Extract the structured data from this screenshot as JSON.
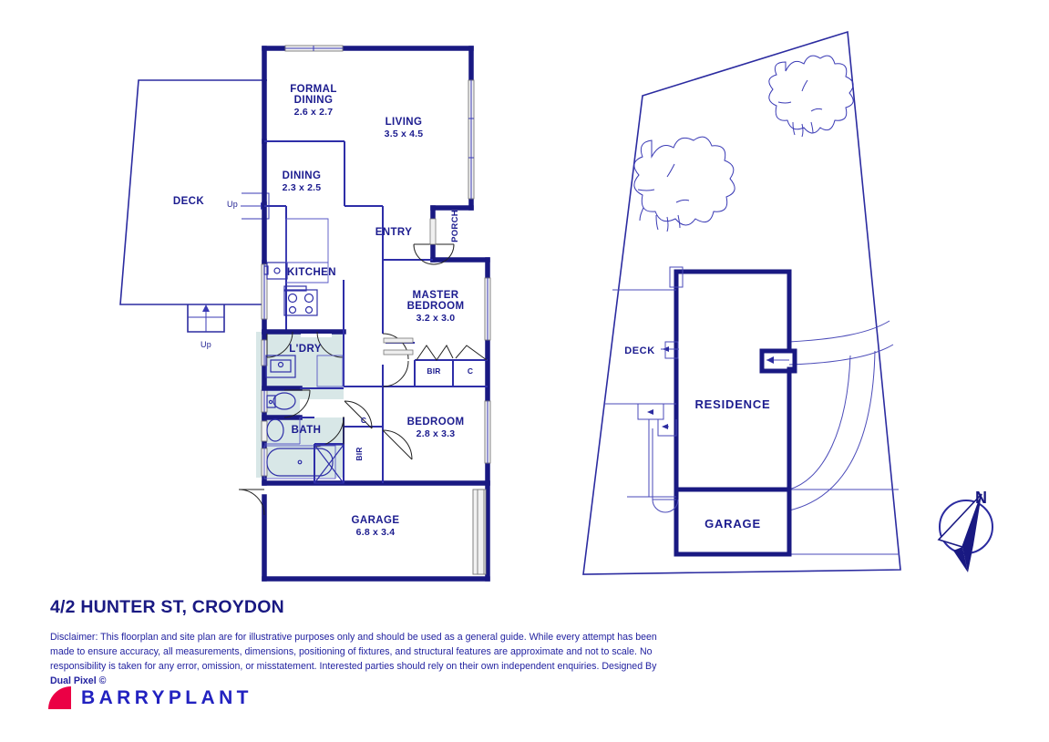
{
  "meta": {
    "address": "4/2 HUNTER ST, CROYDON",
    "disclaimer_pre": "Disclaimer: This floorplan and site plan are for illustrative purposes only and should be used as a general guide. While every attempt has been made to ensure accuracy, all measurements, dimensions, positioning of fixtures, and structural features are approximate and not to scale. No responsibility is taken for any error, omission, or misstatement. Interested parties should rely on their own independent enquiries. Designed By ",
    "disclaimer_designer": "Dual Pixel ©",
    "brand": "BARRYPLANT"
  },
  "colors": {
    "wall": "#191982",
    "text": "#191982",
    "tint": "#d8e7e7",
    "brand_red": "#eb0045",
    "brand_blue": "#2222c0"
  },
  "floorplan": {
    "rooms": [
      {
        "name": "FORMAL\nDINING",
        "line1": "FORMAL",
        "line2": "DINING",
        "dim": "2.6 x 2.7"
      },
      {
        "name": "LIVING",
        "line1": "LIVING",
        "dim": "3.5 x 4.5"
      },
      {
        "name": "DINING",
        "line1": "DINING",
        "dim": "2.3 x 2.5"
      },
      {
        "name": "KITCHEN",
        "line1": "KITCHEN",
        "dim": ""
      },
      {
        "name": "ENTRY",
        "line1": "ENTRY",
        "dim": ""
      },
      {
        "name": "PORCH",
        "line1": "PORCH",
        "dim": ""
      },
      {
        "name": "DECK",
        "line1": "DECK",
        "dim": ""
      },
      {
        "name": "L'DRY",
        "line1": "L'DRY",
        "dim": ""
      },
      {
        "name": "BATH",
        "line1": "BATH",
        "dim": ""
      },
      {
        "name": "MASTER BEDROOM",
        "line1": "MASTER",
        "line2": "BEDROOM",
        "dim": "3.2 x 3.0"
      },
      {
        "name": "BEDROOM",
        "line1": "BEDROOM",
        "dim": "2.8 x 3.3"
      },
      {
        "name": "GARAGE",
        "line1": "GARAGE",
        "dim": "6.8 x 3.4"
      }
    ],
    "labels": {
      "formal_dining_1": "FORMAL",
      "formal_dining_2": "DINING",
      "formal_dining_dim": "2.6 x 2.7",
      "living": "LIVING",
      "living_dim": "3.5 x 4.5",
      "dining": "DINING",
      "dining_dim": "2.3 x 2.5",
      "kitchen": "KITCHEN",
      "entry": "ENTRY",
      "porch": "PORCH",
      "deck": "DECK",
      "ldry": "L'DRY",
      "bath": "BATH",
      "master_1": "MASTER",
      "master_2": "BEDROOM",
      "master_dim": "3.2 x 3.0",
      "bedroom": "BEDROOM",
      "bedroom_dim": "2.8 x 3.3",
      "garage": "GARAGE",
      "garage_dim": "6.8 x 3.4",
      "bir_master": "BIR",
      "c_master": "C",
      "bir_bed2": "BIR",
      "c_bed2": "C",
      "up_deck": "Up",
      "up_step": "Up"
    }
  },
  "siteplan": {
    "labels": {
      "residence": "RESIDENCE",
      "garage": "GARAGE",
      "deck": "DECK"
    },
    "compass": {
      "north": "N"
    },
    "trees_count": 2
  }
}
